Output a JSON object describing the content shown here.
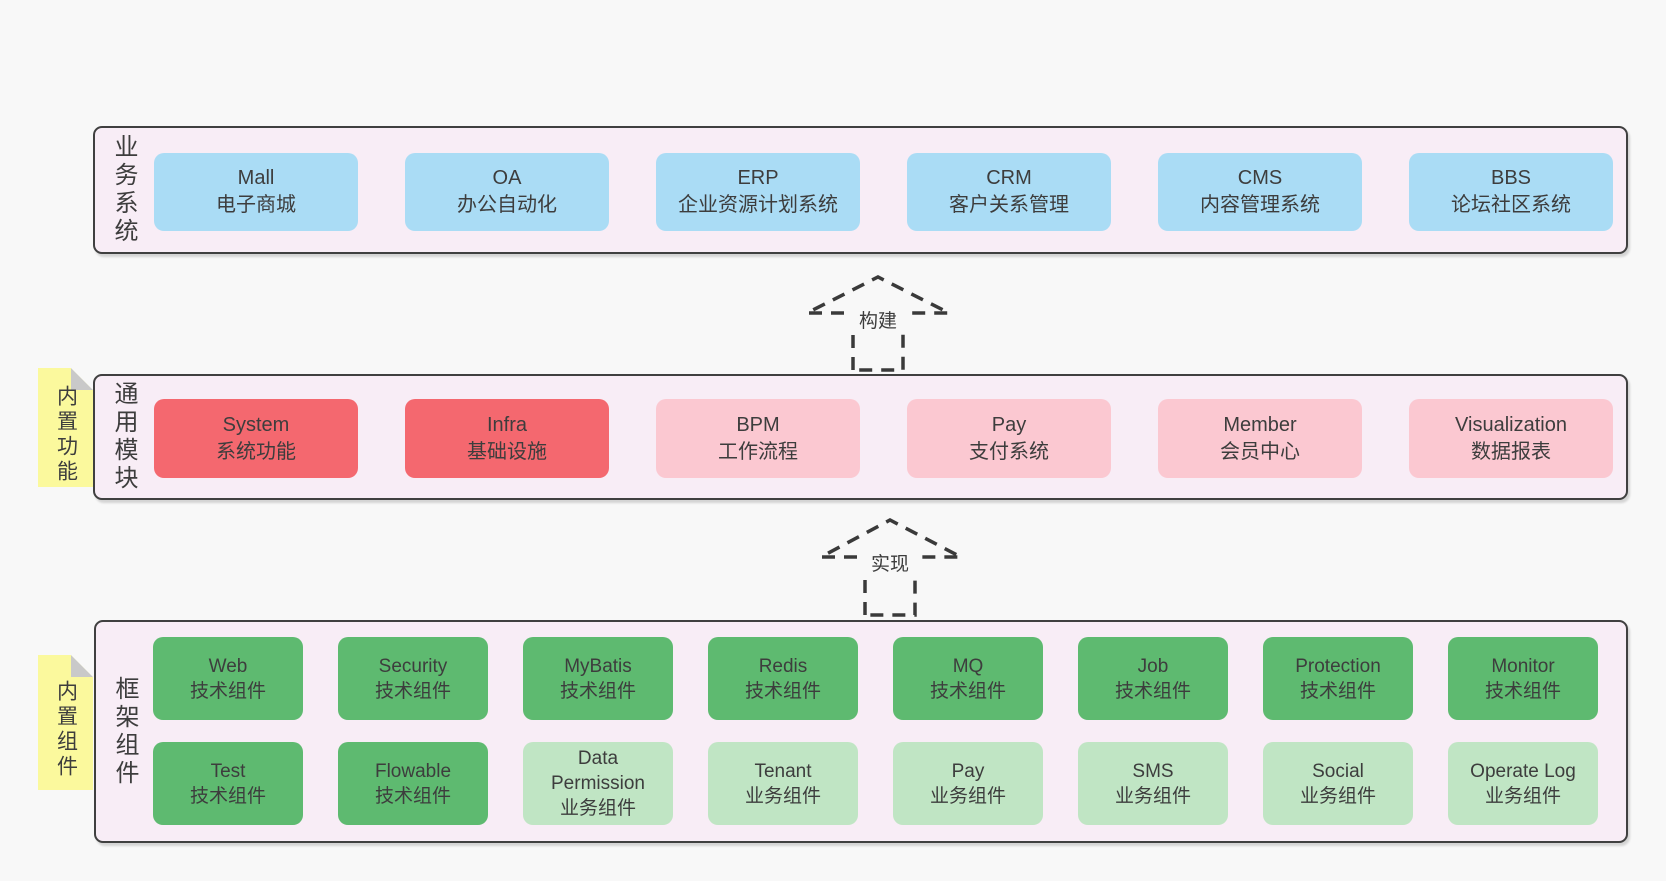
{
  "colors": {
    "page_bg": "#f8f8f8",
    "panel_fill": "#f8edf6",
    "panel_border": "#404040",
    "box_blue": "#aadcf5",
    "box_red": "#f4686f",
    "box_pink": "#fbc8d1",
    "box_green": "#5eba70",
    "box_green_light": "#c0e5c4",
    "note_yellow": "#fbf99d",
    "note_fold_gray": "#c9c9c9",
    "text": "#3d3d3d"
  },
  "arrows": [
    {
      "label": "构建"
    },
    {
      "label": "实现"
    }
  ],
  "notes": [
    {
      "text": "内置功能"
    },
    {
      "text": "内置组件"
    }
  ],
  "layers": [
    {
      "label": "业务系统",
      "rows": [
        {
          "boxes": [
            {
              "en": "Mall",
              "zh": "电子商城",
              "type": "blue"
            },
            {
              "en": "OA",
              "zh": "办公自动化",
              "type": "blue"
            },
            {
              "en": "ERP",
              "zh": "企业资源计划系统",
              "type": "blue"
            },
            {
              "en": "CRM",
              "zh": "客户关系管理",
              "type": "blue"
            },
            {
              "en": "CMS",
              "zh": "内容管理系统",
              "type": "blue"
            },
            {
              "en": "BBS",
              "zh": "论坛社区系统",
              "type": "blue"
            }
          ]
        }
      ]
    },
    {
      "label": "通用模块",
      "rows": [
        {
          "boxes": [
            {
              "en": "System",
              "zh": "系统功能",
              "type": "red"
            },
            {
              "en": "Infra",
              "zh": "基础设施",
              "type": "red"
            },
            {
              "en": "BPM",
              "zh": "工作流程",
              "type": "pink"
            },
            {
              "en": "Pay",
              "zh": "支付系统",
              "type": "pink"
            },
            {
              "en": "Member",
              "zh": "会员中心",
              "type": "pink"
            },
            {
              "en": "Visualization",
              "zh": "数据报表",
              "type": "pink"
            }
          ]
        }
      ]
    },
    {
      "label": "框架组件",
      "rows": [
        {
          "boxes": [
            {
              "en": "Web",
              "zh": "技术组件",
              "type": "green"
            },
            {
              "en": "Security",
              "zh": "技术组件",
              "type": "green"
            },
            {
              "en": "MyBatis",
              "zh": "技术组件",
              "type": "green"
            },
            {
              "en": "Redis",
              "zh": "技术组件",
              "type": "green"
            },
            {
              "en": "MQ",
              "zh": "技术组件",
              "type": "green"
            },
            {
              "en": "Job",
              "zh": "技术组件",
              "type": "green"
            },
            {
              "en": "Protection",
              "zh": "技术组件",
              "type": "green"
            },
            {
              "en": "Monitor",
              "zh": "技术组件",
              "type": "green"
            }
          ]
        },
        {
          "boxes": [
            {
              "en": "Test",
              "zh": "技术组件",
              "type": "green"
            },
            {
              "en": "Flowable",
              "zh": "技术组件",
              "type": "green"
            },
            {
              "en": "Data Permission",
              "zh": "业务组件",
              "type": "green-light"
            },
            {
              "en": "Tenant",
              "zh": "业务组件",
              "type": "green-light"
            },
            {
              "en": "Pay",
              "zh": "业务组件",
              "type": "green-light"
            },
            {
              "en": "SMS",
              "zh": "业务组件",
              "type": "green-light"
            },
            {
              "en": "Social",
              "zh": "业务组件",
              "type": "green-light"
            },
            {
              "en": "Operate Log",
              "zh": "业务组件",
              "type": "green-light"
            }
          ]
        }
      ]
    }
  ]
}
